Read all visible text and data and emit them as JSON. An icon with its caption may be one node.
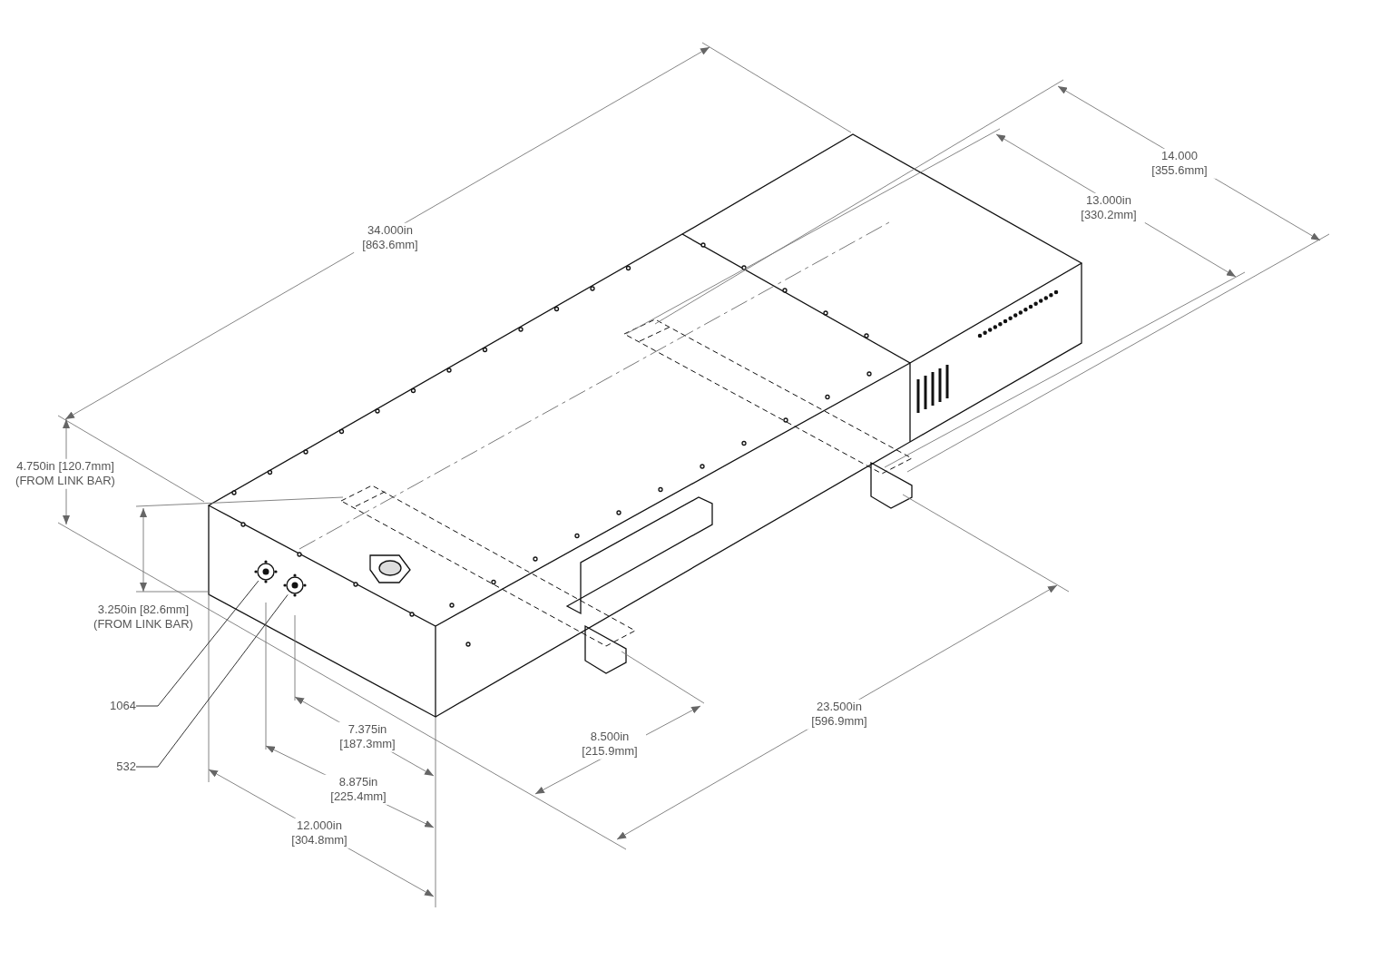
{
  "diagram": {
    "nodes": [
      {
        "text": [
          "1064"
        ]
      },
      {
        "text": [
          "532"
        ]
      },
      {
        "text": [],
        "shape": "circle"
      },
      {
        "text": [],
        "shape": "circle"
      }
    ],
    "edges": [
      {
        "from": 0,
        "to": 2,
        "arrow": "none"
      },
      {
        "from": 1,
        "to": 3,
        "arrow": "none"
      }
    ],
    "labels": [
      "14.000 [355.6mm]",
      "13.000in [330.2mm]",
      "34.000in [863.6mm]",
      "4.750in [120.7mm] (FROM LINK BAR)",
      "3.250in [82.6mm] (FROM LINK BAR)",
      "23.500in [596.9mm]",
      "7.375in [187.3mm]",
      "8.500in [215.9mm]",
      "8.875in [225.4mm]",
      "12.000in [304.8mm]"
    ]
  }
}
